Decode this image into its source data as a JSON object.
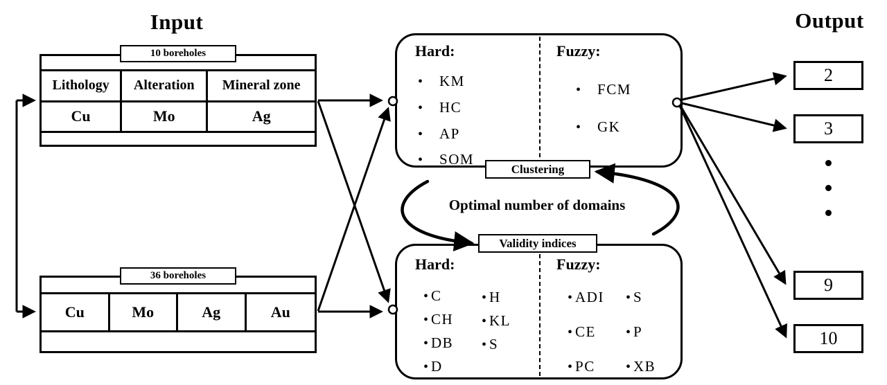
{
  "colors": {
    "ink": "#000000",
    "paper": "#ffffff"
  },
  "titles": {
    "input": "Input",
    "output": "Output"
  },
  "input": {
    "table1": {
      "tag": "10 boreholes",
      "headers": [
        "Lithology",
        "Alteration",
        "Mineral zone"
      ],
      "row": [
        "Cu",
        "Mo",
        "Ag"
      ]
    },
    "table2": {
      "tag": "36 boreholes",
      "cells": [
        "Cu",
        "Mo",
        "Ag",
        "Au"
      ]
    }
  },
  "clustering_box": {
    "hard_title": "Hard:",
    "hard_items": [
      "KM",
      "HC",
      "AP",
      "SOM"
    ],
    "fuzzy_title": "Fuzzy:",
    "fuzzy_items": [
      "FCM",
      "GK"
    ]
  },
  "clustering_label": "Clustering",
  "cycle_label": "Optimal number of domains",
  "validity_label": "Validity indices",
  "validity_box": {
    "hard_title": "Hard:",
    "hard_col1": [
      "C",
      "CH",
      "DB",
      "D"
    ],
    "hard_col2": [
      "H",
      "KL",
      "S"
    ],
    "fuzzy_title": "Fuzzy:",
    "fuzzy_col1": [
      "ADI",
      "CE",
      "PC"
    ],
    "fuzzy_col2": [
      "S",
      "P",
      "XB"
    ]
  },
  "output": {
    "values": [
      "2",
      "3",
      "9",
      "10"
    ]
  }
}
